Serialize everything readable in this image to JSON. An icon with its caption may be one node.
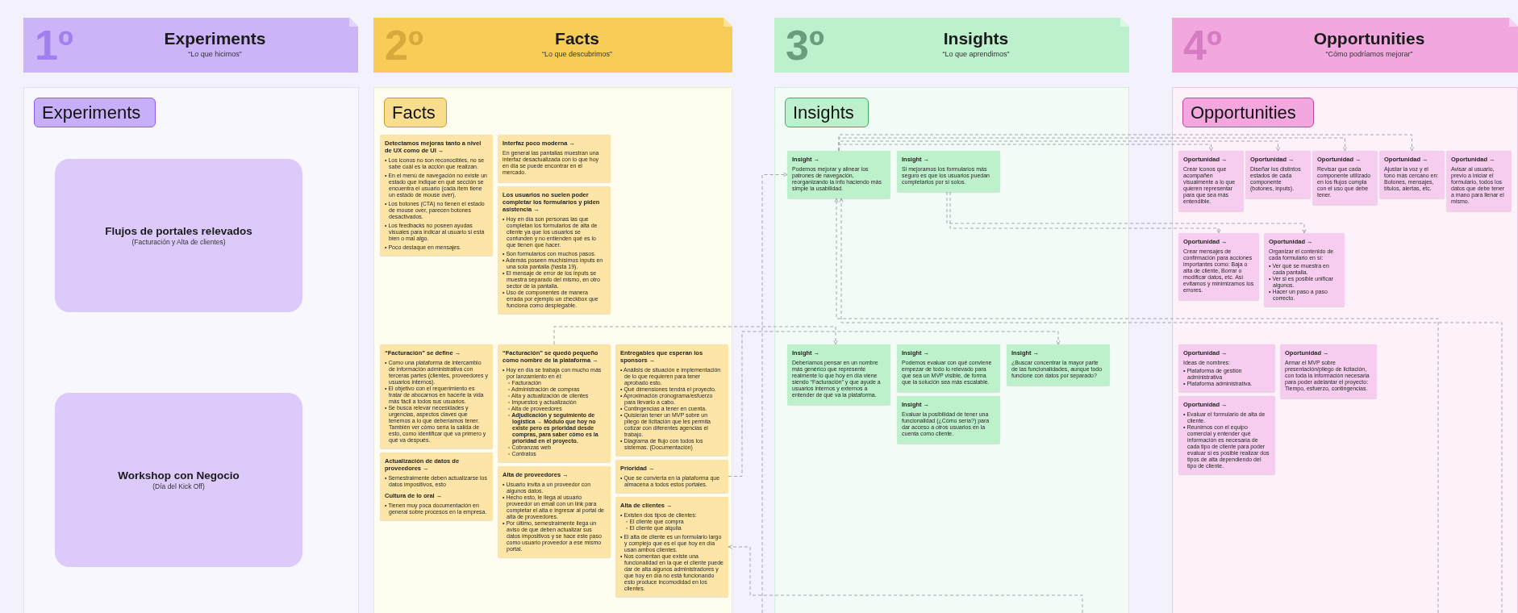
{
  "diagram": {
    "nodes": [
      {
        "text": [
          "1º",
          "Experiments",
          "“Lo que hicimos”"
        ]
      },
      {
        "text": [
          "2º",
          "Facts",
          "“Lo que descubrimos”"
        ]
      },
      {
        "text": [
          "3º",
          "Insights",
          "“Lo que aprendimos”"
        ]
      },
      {
        "text": [
          "4º",
          "Opportunities",
          "“Cómo podríamos mejorar”"
        ]
      },
      {
        "text": [],
        "shape": "box"
      },
      {
        "text": [
          "Experiments"
        ],
        "in": 4
      },
      {
        "text": [
          "Flujos de portales relevados",
          "(Facturación y Alta de clientes)"
        ],
        "in": 4
      },
      {
        "text": [
          "Workshop con Negocio",
          "(Día del Kick Off)"
        ],
        "in": 4
      },
      {
        "text": [],
        "shape": "box"
      },
      {
        "text": [
          "Facts"
        ],
        "in": 8
      },
      {
        "text": [
          "Detectamos mejoras tanto a nivel de UX como de UI →",
          "• Los iconos no son reconocibles, no se sabe cuál es la acción que realizan.",
          "• En el menú de navegación no existe un estado que indique en qué sección se encuentra el usuario (cada ítem tiene un estado de mouse over).",
          "• Los botones (CTA) no tienen el estado de mouse over, parecen botones desactivados.",
          "• Los feedbacks no poseen ayudas visuales para indicar al usuario si está bien o mal algo.",
          "• Poco destaque en mensajes."
        ],
        "in": 8
      },
      {
        "text": [
          "Interfaz poco moderna →",
          "En general las pantallas muestran una interfaz desactualizada con lo que hoy en día se puede encontrar en el mercado."
        ],
        "in": 8
      },
      {
        "text": [
          "Los usuarios no suelen poder completar los formularios y piden asistencia →",
          "• Hoy en día son personas las que completan los formularios de alta de cliente ya que los usuarios se confunden y no entienden qué es lo que tienen que hacer.",
          "• Son formularios con muchos pasos.",
          "• Además poseen muchísimos inputs en una sola pantalla (hasta 19).",
          "• El mensaje de error de los inputs se muestra separado del mismo, en otro sector de la pantalla.",
          "• Uso de componentes de manera errada por ejemplo un checkbox que funciona como desplegable."
        ],
        "in": 8
      },
      {
        "text": [
          "“Facturación” se define →",
          "• Como una plataforma de intercambio de información administrativa con terceras partes (clientes, proveedores y usuarios internos).",
          "• El objetivo con el requerimiento es tratar de abocarnos en hacerle la vida más fácil a todos sus usuarios.",
          "• Se busca relevar necesidades y urgencias, aspectos claves que tenemos a lo que deberíamos tener. También ver cómo sería la salida de esto, como identificar qué va primero y qué va después."
        ],
        "in": 8
      },
      {
        "text": [
          "Actualización de datos de proveedores →",
          "• Semestralmente deben actualizarse los datos impositivos, esto",
          "Cultura de lo oral →",
          "• Tienen muy poca documentación en general sobre procesos en la empresa."
        ],
        "in": 8
      },
      {
        "text": [
          "“Facturación” se quedó pequeño como nombre de la plataforma →",
          "• Hoy en día se trabaja con mucho más por lanzamiento en él:",
          "◦ Facturación",
          "◦ Administración de compras",
          "◦ Alta y actualización de clientes",
          "◦ Impuestos y actualización",
          "◦ Alta de proveedores",
          "◦ Adjudicación y seguimiento de logística → Módulo que hoy no existe pero es prioridad desde compras, para saber cómo es la prioridad en el proyecto.",
          "◦ Cobranzas web",
          "◦ Contratos"
        ],
        "in": 8
      },
      {
        "text": [
          "Alta de proveedores →",
          "• Usuario invita a un proveedor con algunos datos.",
          "• Hecho esto, le llega al usuario proveedor un email con un link para completar el alta e ingresar al portal de alta de proveedores.",
          "• Por último, semestralmente llega un aviso de que deben actualizar sus datos impositivos y se hace este paso como usuario proveedor a ese mismo portal."
        ],
        "in": 8
      },
      {
        "text": [
          "Entregables que esperan los sponsors →",
          "• Análisis de situación e implementación de lo que requieren para tener aprobado esto.",
          "• Qué dimensiones tendrá el proyecto.",
          "• Aproximación cronograma/esfuerzo para llevarlo a cabo.",
          "• Contingencias a tener en cuenta.",
          "• Quisieran tener un MVP sobre un pliego de licitación que les permita cotizar con diferentes agencias el trabajo.",
          "• Diagrama de flujo con todos los sistemas. (Documentación)"
        ],
        "in": 8
      },
      {
        "text": [
          "Prioridad →",
          "• Que se convierta en la plataforma que almacena a todos estos portales."
        ],
        "in": 8
      },
      {
        "text": [
          "Alta de clientes →",
          "• Existen dos tipos de clientes:",
          "◦ El cliente que compra",
          "◦ El cliente que alquila",
          "• El alta de cliente es un formulario largo y complejo que es el que hoy en día usan ambos clientes.",
          "• Nos comentan que existe una funcionalidad en la que el cliente puede dar de alta algunos administradores y que hoy en día no está funcionando esto produce incomodidad en los clientes."
        ],
        "in": 8
      },
      {
        "text": [],
        "shape": "box"
      },
      {
        "text": [
          "Insights"
        ],
        "in": 20
      },
      {
        "text": [
          "Insight →",
          "Podemos mejorar y alinear los patrones de navegación, reorganizando la info haciendo más simple la usabilidad."
        ],
        "in": 20
      },
      {
        "text": [
          "Insight →",
          "Si mejoramos los formularios más seguro es que los usuarios puedan completarlos por sí solos."
        ],
        "in": 20
      },
      {
        "text": [
          "Insight →",
          "Deberíamos pensar en un nombre más genérico que represente realmente lo que hoy en día viene siendo “Facturación” y que ayude a usuarios internos y externos a entender de qué va la plataforma."
        ],
        "in": 20
      },
      {
        "text": [
          "Insight →",
          "Podemos evaluar con qué conviene empezar de todo lo relevado para que sea un MVP visible, de forma que la solución sea más escalable."
        ],
        "in": 20
      },
      {
        "text": [
          "Insight →",
          "¿Buscar concentrar la mayor parte de las funcionalidades, aunque todo funcione con datos por separado?"
        ],
        "in": 20
      },
      {
        "text": [
          "Insight →",
          "Evaluar la posibilidad de tener una funcionalidad (¿Cómo sería?) para dar acceso a otros usuarios en la cuenta como cliente."
        ],
        "in": 20
      },
      {
        "text": [],
        "shape": "box"
      },
      {
        "text": [
          "Opportunities"
        ],
        "in": 28
      },
      {
        "text": [
          "Oportunidad →",
          "Crear iconos que acompañen visualmente a lo que quieren representar para que sea más entendible."
        ],
        "in": 28
      },
      {
        "text": [
          "Oportunidad →",
          "Diseñar los distintos estados de cada componente (botones, inputs)."
        ],
        "in": 28
      },
      {
        "text": [
          "Oportunidad →",
          "Revisar que cada componente utilizado en los flujos cumpla con el uso que debe tener."
        ],
        "in": 28
      },
      {
        "text": [
          "Oportunidad →",
          "Ajustar la voz y el tono más cercano en: Botones, mensajes, títulos, alertas, etc."
        ],
        "in": 28
      },
      {
        "text": [
          "Oportunidad →",
          "Avisar al usuario, previo a iniciar el formulario, todos los datos que debe tener a mano para llenar el mismo."
        ],
        "in": 28
      },
      {
        "text": [
          "Oportunidad →",
          "Crear mensajes de confirmación para acciones importantes como: Baja o alta de cliente, Borrar o modificar datos, etc. Así evitamos y minimizamos los errores."
        ],
        "in": 28
      },
      {
        "text": [
          "Oportunidad →",
          "Organizar el contenido de cada formulario en sí:",
          "• Ver qué se muestra en cada pantalla.",
          "• Ver si es posible unificar algunos.",
          "• Hacer un paso a paso correcto."
        ],
        "in": 28
      },
      {
        "text": [
          "Oportunidad →",
          "Ideas de nombres:",
          "• Plataforma de gestión administrativa",
          "• Plataforma administrativa."
        ],
        "in": 28
      },
      {
        "text": [
          "Oportunidad →",
          "Armar el MVP sobre presentación/pliego de licitación, con toda la información necesaria para poder adelantar el proyecto: Tiempo, esfuerzo, contingencias."
        ],
        "in": 28
      },
      {
        "text": [
          "Oportunidad →",
          "• Evaluar el formulario de alta de cliente.",
          "• Reunirnos con el equipo comercial y entender qué información es necesaria de cada tipo de cliente para poder evaluar si es posible realizar dos tipos de alta dependiendo del tipo de cliente."
        ],
        "in": 28
      }
    ],
    "edges": [
      {
        "from": 22,
        "to": 30,
        "arrow": "to"
      },
      {
        "from": 22,
        "to": 31,
        "arrow": "to"
      },
      {
        "from": 22,
        "to": 32,
        "arrow": "to"
      },
      {
        "from": 22,
        "to": 33,
        "arrow": "to"
      },
      {
        "from": 23,
        "to": 36,
        "arrow": "to"
      },
      {
        "from": 23,
        "to": 35,
        "arrow": "to"
      },
      {
        "from": 15,
        "to": 24,
        "arrow": "to"
      },
      {
        "from": 18,
        "to": 26,
        "arrow": "to"
      },
      {
        "from": null,
        "to": 22,
        "arrow": "to"
      },
      {
        "from": 28,
        "to": 22,
        "arrow": "to"
      },
      {
        "from": 28,
        "to": 22,
        "arrow": "to"
      },
      {
        "from": 20,
        "to": 19,
        "arrow": "to"
      }
    ]
  }
}
